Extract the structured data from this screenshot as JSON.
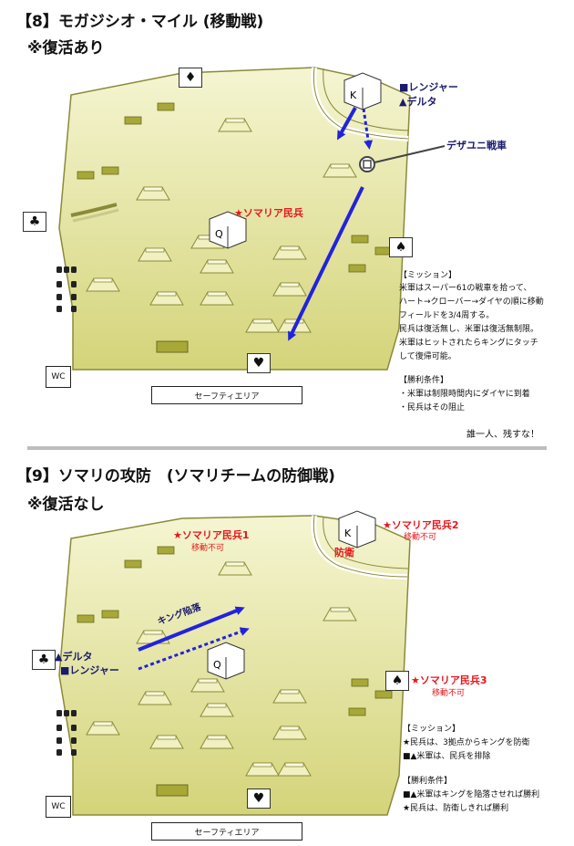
{
  "sections": [
    {
      "title": "【8】モガジシオ・マイル (移動戦)",
      "revive": "※復活あり",
      "legend_rangers": "■レンジャー",
      "legend_delta": "▲デルタ",
      "tank_label": "デザユニ戦車",
      "militia_label": "★ソマリア民兵",
      "king": "K",
      "queen": "Q",
      "wc": "WC",
      "safe_area": "セーフティエリア",
      "mission_head": "【ミッション】",
      "mission_lines": [
        "米軍はスーパー61の戦車を拾って、",
        "ハート→クローバー→ダイヤの順に移動",
        "フィールドを3/4周する。",
        "民兵は復活無し、米軍は復活無制限。",
        "米軍はヒットされたらキングにタッチ",
        "して復帰可能。"
      ],
      "win_head": "【勝利条件】",
      "win_lines": [
        "・米軍は制限時間内にダイヤに到着",
        "・民兵はその阻止"
      ],
      "slogan": "誰一人、残すな！"
    },
    {
      "title": "【9】ソマリの攻防　(ソマリチームの防御戦)",
      "revive": "※復活なし",
      "militia1": "★ソマリア民兵1",
      "militia2": "★ソマリア民兵2",
      "militia3": "★ソマリア民兵3",
      "immobile": "移動不可",
      "defense": "防衛",
      "king_fall": "キング陥落",
      "legend_delta": "▲デルタ",
      "legend_rangers": "■レンジャー",
      "king": "K",
      "queen": "Q",
      "wc": "WC",
      "safe_area": "セーフティエリア",
      "mission_head": "【ミッション】",
      "mission_lines": [
        "★民兵は、3拠点からキングを防衛",
        "■▲米軍は、民兵を排除"
      ],
      "win_head": "【勝利条件】",
      "win_lines": [
        "■▲米軍はキングを陥落させれば勝利",
        "★民兵は、防衛しきれば勝利"
      ]
    }
  ],
  "suits": {
    "diamond": "♦",
    "club": "♣",
    "spade": "♠",
    "heart": "♥"
  },
  "colors": {
    "field": "#e6e6a0",
    "field_dark": "#cccc70",
    "arrow": "#2222dd",
    "red": "#e8161c",
    "navy": "#1a1a6e",
    "bunker": "#a8a838"
  }
}
